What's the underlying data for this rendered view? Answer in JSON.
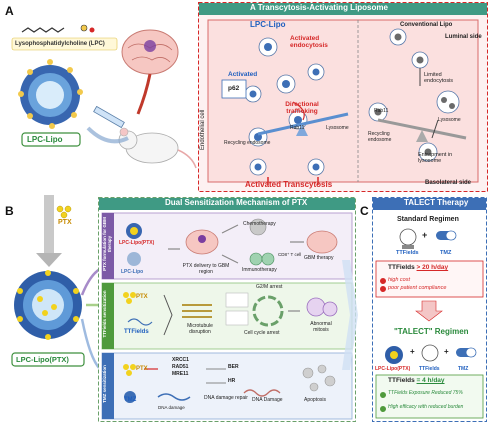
{
  "panel_a": {
    "letter": "A",
    "title": "A Transcytosis-Activating Liposome",
    "lpc_label": "Lysophosphatidylcholine (LPC)",
    "lpc_lipo": "LPC-Lipo",
    "endothelial_cell": "Endothelial cell",
    "activated": "Activated",
    "p62": "p62",
    "activated_endocytosis": "Activated endocytosis",
    "directional_trafficking": "Directional trafficking",
    "rab11": "Rab11",
    "recycling_endosome": "Recycling endosome",
    "lysosome": "Lysosome",
    "activated_transcytosis": "Activated Transcytosis",
    "conventional_lipo": "Conventional Lipo",
    "luminal_side": "Luminal side",
    "limited_endocytosis": "Limited endocytosis",
    "rab11_right": "Rab11",
    "recycling_endosome_right": "Recycling endosome",
    "lysosome_right": "Lysosome",
    "entrapment": "Entrapment in lysosome",
    "basolateral_side": "Basolateral side"
  },
  "panel_b": {
    "letter": "B",
    "title": "Dual Sensitization Mechanism of PTX",
    "ptx": "PTX",
    "lpc_lipo_ptx": "LPC-Lipo(PTX)",
    "row1_side": "PTX formulation for GBM therapy",
    "row1_lpc_lipo_ptx": "LPC-Lipo(PTX)",
    "row1_lpc_lipo": "LPC-Lipo",
    "row1_delivery": "PTX delivery to GBM region",
    "row1_chemo": "Chemotherapy",
    "row1_cd8": "CD8⁺ T cell",
    "row1_immuno": "Immunotherapy",
    "row1_gbm": "GBM therapy",
    "row2_side": "TTFields sensitization",
    "row2_ptx": "PTX",
    "row2_ttfields": "TTFields",
    "row2_microtubule": "Microtubule disruption",
    "row2_g2m": "G2/M arrest",
    "row2_cellcycle": "Cell cycle arrest",
    "row2_abnormal": "Abnormal mitosis",
    "row3_side": "TMZ sensitization",
    "row3_ptx": "PTX",
    "row3_tmz": "TMZ",
    "row3_xrcc1": "XRCC1",
    "row3_rad51": "RAD51",
    "row3_mre11": "MRE11",
    "row3_ber": "BER",
    "row3_hr": "HR",
    "row3_dna_damage_small": "DNA damage",
    "row3_repair": "DNA damage repair",
    "row3_dna_damage": "DNA Damage",
    "row3_apoptosis": "Apoptosis"
  },
  "panel_c": {
    "letter": "C",
    "title": "TALECT Therapy",
    "standard": "Standard Regimen",
    "ttfields": "TTFields",
    "tmz": "TMZ",
    "plus": "+",
    "std_time_prefix": "TTFields ",
    "std_time": "> 20 h/day",
    "high_cost": "high cost",
    "compliance": "poor patient compliance",
    "talect_regimen": "\"TALECT\" Regimen",
    "lpc_lipo_ptx": "LPC-Lipo(PTX)",
    "ttfields2": "TTFields",
    "tmz2": "TMZ",
    "new_time_prefix": "TTFields ",
    "new_time": "= 4 h/day",
    "benefit1": "TTFields Exposure Reduced 75%",
    "benefit2": "High efficacy with reduced burden"
  },
  "colors": {
    "red": "#d62828",
    "teal_header": "#3f9a84",
    "blue_header": "#3d6fb6",
    "green_row": "#eaf5ea",
    "purple_row": "#f1ecf6",
    "blue_row": "#e9f0f8"
  }
}
